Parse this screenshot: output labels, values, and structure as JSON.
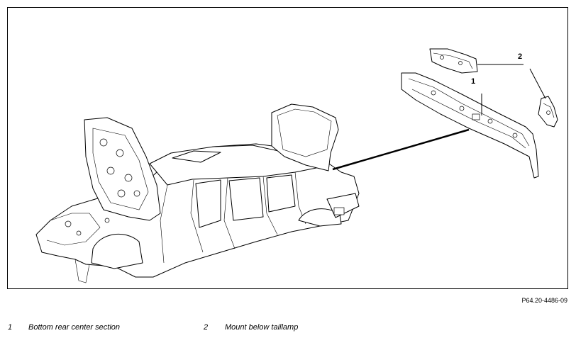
{
  "figure": {
    "reference_code": "P64.20-4486-09",
    "callouts": [
      {
        "number": "1"
      },
      {
        "number": "2"
      }
    ]
  },
  "legend": [
    {
      "number": "1",
      "text": "Bottom rear center section"
    },
    {
      "number": "2",
      "text": "Mount below taillamp"
    }
  ]
}
